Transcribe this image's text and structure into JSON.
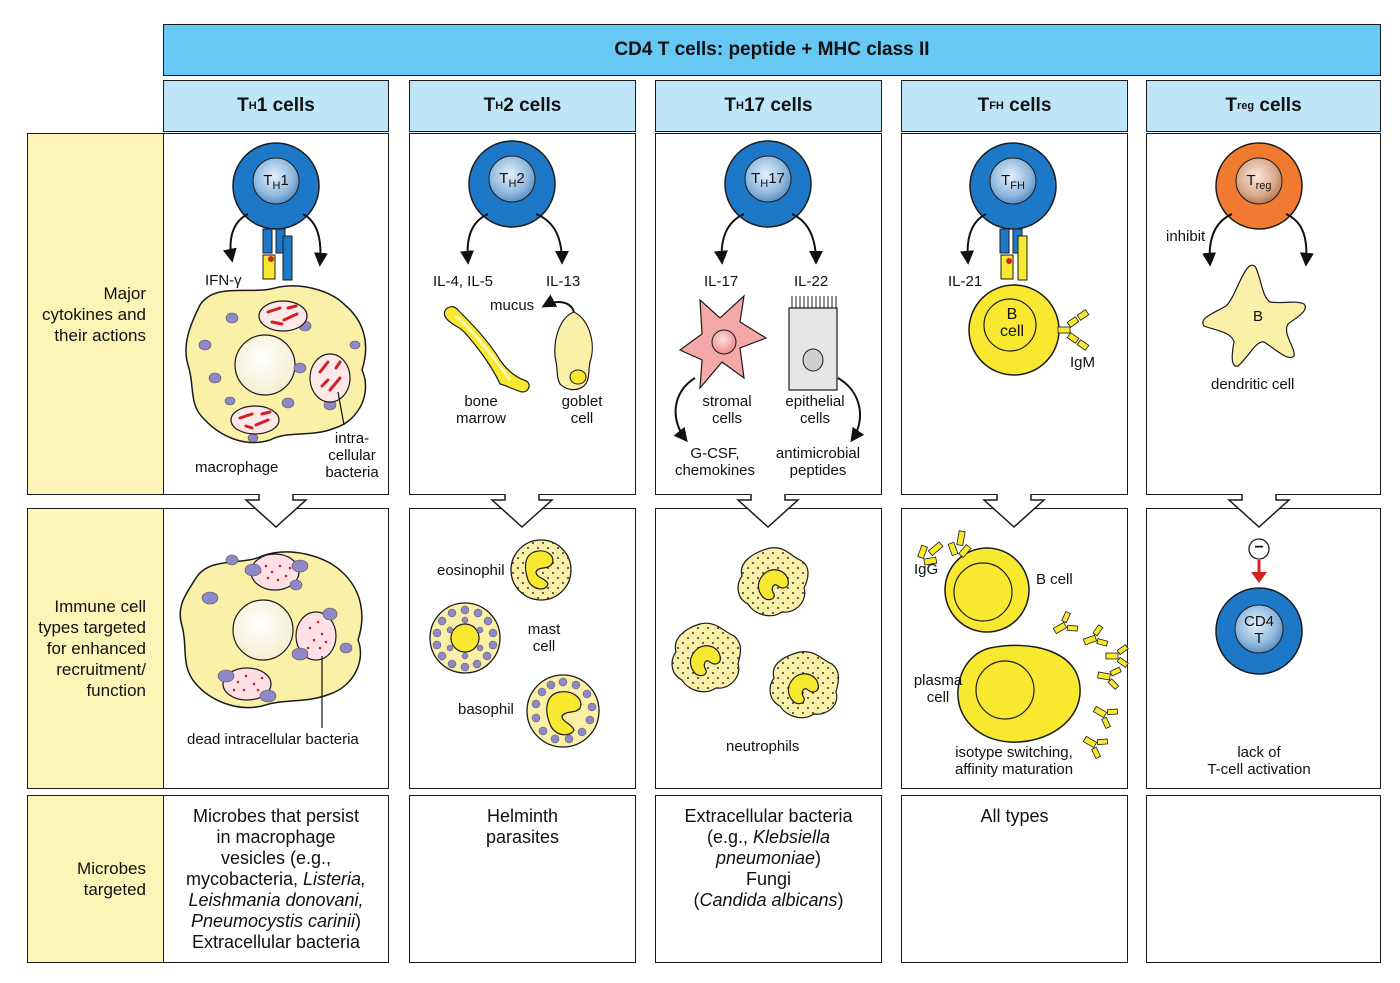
{
  "header": "CD4 T cells: peptide + MHC class II",
  "columns": [
    {
      "name": "T",
      "sub": "H",
      "suffix": "1 cells"
    },
    {
      "name": "T",
      "sub": "H",
      "suffix": "2 cells"
    },
    {
      "name": "T",
      "sub": "H",
      "suffix": "17 cells"
    },
    {
      "name": "T",
      "sub": "FH",
      "suffix": " cells"
    },
    {
      "name": "T",
      "sub": "reg",
      "suffix": " cells"
    }
  ],
  "rows": {
    "cytokines": "Major cytokines and their actions",
    "immune": "Immune cell types targeted for enhanced recruitment/ function",
    "microbes": "Microbes targeted"
  },
  "cells": {
    "th1": {
      "main": "T",
      "sub": "H",
      "suffix": "1"
    },
    "th2": {
      "main": "T",
      "sub": "H",
      "suffix": "2"
    },
    "th17": {
      "main": "T",
      "sub": "H",
      "suffix": "17"
    },
    "tfh": {
      "main": "T",
      "sub": "FH",
      "suffix": ""
    },
    "treg": {
      "main": "T",
      "sub": "reg",
      "suffix": ""
    },
    "cd4_line1": "CD4",
    "cd4_line2": "T",
    "bcell_line1": "B",
    "bcell_line2": "cell",
    "dc_b": "B"
  },
  "cytokine_labels": {
    "ifn": "IFN-γ",
    "macrophage": "macrophage",
    "intracellular_bacteria": [
      "intra-",
      "cellular",
      "bacteria"
    ],
    "il4_il5": "IL-4, IL-5",
    "il13": "IL-13",
    "mucus": "mucus",
    "bone_marrow": [
      "bone",
      "marrow"
    ],
    "goblet_cell": [
      "goblet",
      "cell"
    ],
    "il17": "IL-17",
    "il22": "IL-22",
    "stromal_cells": [
      "stromal",
      "cells"
    ],
    "epithelial_cells": [
      "epithelial",
      "cells"
    ],
    "gcsf": [
      "G-CSF,",
      "chemokines"
    ],
    "antimicrobial": [
      "antimicrobial",
      "peptides"
    ],
    "il21": "IL-21",
    "igm": "IgM",
    "inhibit": "inhibit",
    "dendritic_cell": "dendritic cell"
  },
  "immune_labels": {
    "dead_bacteria": "dead intracellular bacteria",
    "eosinophil": "eosinophil",
    "mast_cell": [
      "mast",
      "cell"
    ],
    "basophil": "basophil",
    "neutrophils": "neutrophils",
    "igg": "IgG",
    "b_cell": "B cell",
    "plasma_cell": [
      "plasma",
      "cell"
    ],
    "isotype": [
      "isotype switching,",
      "affinity maturation"
    ],
    "minus": "−",
    "lack": [
      "lack of",
      "T-cell activation"
    ]
  },
  "microbes": {
    "th1": [
      {
        "text": "Microbes that persist"
      },
      {
        "text": "in macrophage"
      },
      {
        "text": "vesicles (e.g.,"
      },
      {
        "text": "mycobacteria, ",
        "italic": "Listeria,"
      },
      {
        "italic": "Leishmania donovani,"
      },
      {
        "italic": "Pneumocystis carinii",
        "text": ")"
      },
      {
        "text": "Extracellular bacteria"
      }
    ],
    "th2": [
      "Helminth",
      "parasites"
    ],
    "th17": [
      {
        "text": "Extracellular bacteria"
      },
      {
        "text": "(e.g., ",
        "italic": "Klebsiella"
      },
      {
        "italic": "pneumoniae",
        "text": ")"
      },
      {
        "text": "Fungi"
      },
      {
        "pre": "(",
        "italic": "Candida albicans",
        "text": ")"
      }
    ],
    "tfh": [
      "All types"
    ],
    "treg": []
  },
  "colors": {
    "header_blue": "#66c8f3",
    "subheader_blue": "#bfe6f8",
    "label_yellow": "#fdf4b8",
    "tcell_blue": "#1e78c8",
    "treg_orange": "#f07a30",
    "cytoplasm_yellow": "#fbf0a8",
    "bcell_yellow": "#f9e830",
    "granule_purple": "#8e88c8",
    "bacteria_red": "#d0202a",
    "stromal_pink": "#f5a8a8",
    "arrow_red": "#d82020"
  }
}
